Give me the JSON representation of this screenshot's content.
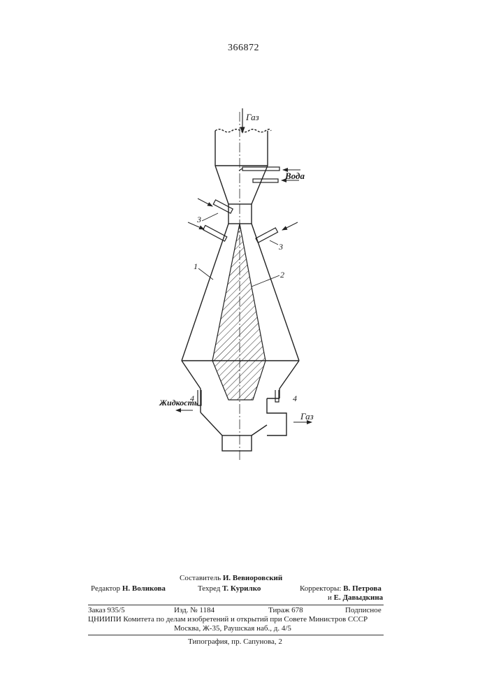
{
  "header": {
    "patent_number": "366872"
  },
  "drawing": {
    "labels": {
      "gas_in": "Газ",
      "water": "Вода",
      "liquid": "Жидкость",
      "gas_out": "Газ",
      "ref_1": "1",
      "ref_2": "2",
      "ref_3_upper": "3",
      "ref_3_right": "3",
      "ref_4_left": "4",
      "ref_4_right": "4"
    }
  },
  "colophon": {
    "compiler": {
      "label": "Составитель",
      "name": "И. Вевиоровский"
    },
    "editor": {
      "label": "Редактор",
      "name": "Н. Воликова"
    },
    "techred": {
      "label": "Техред",
      "name": "Т. Курилко"
    },
    "proofreaders": {
      "label": "Корректоры:",
      "name1": "В. Петрова",
      "conj": "и",
      "name2": "Е. Давыдкина"
    },
    "order": "Заказ 935/5",
    "edition": "Изд. № 1184",
    "print_run": "Тираж 678",
    "subscription": "Подписное",
    "institute_line": "ЦНИИПИ Комитета по делам изобретений и открытий при Совете Министров СССР",
    "address_line": "Москва, Ж-35, Раушская наб., д. 4/5",
    "printing": "Типография, пр. Сапунова, 2"
  }
}
